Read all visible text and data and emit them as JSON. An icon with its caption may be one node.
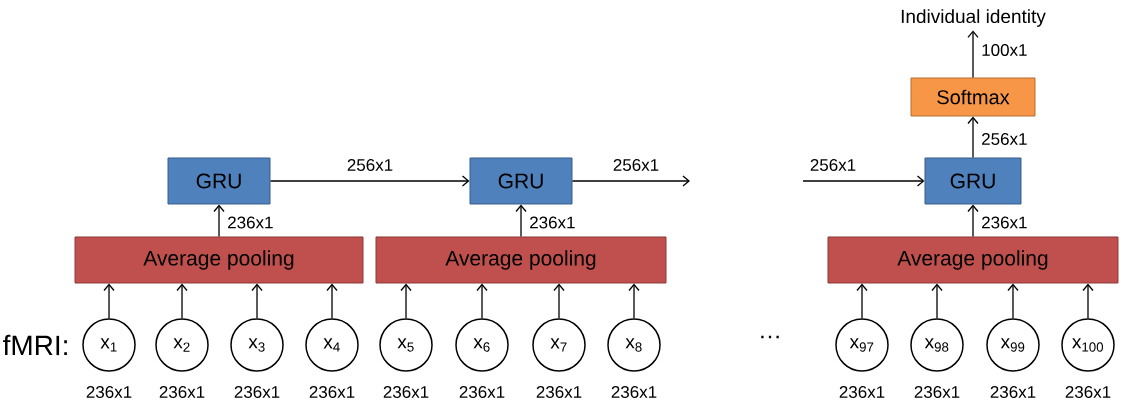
{
  "diagram": {
    "nodes": [
      {
        "text": [
          "GRU"
        ]
      },
      {
        "text": [
          "GRU"
        ]
      },
      {
        "text": [
          "GRU"
        ]
      },
      {
        "text": [
          "Softmax"
        ]
      },
      {
        "text": [
          "Average pooling"
        ]
      },
      {
        "text": [
          "Average pooling"
        ]
      },
      {
        "text": [
          "Average pooling"
        ]
      },
      {
        "text": [
          "x$_{1}$"
        ],
        "beside": [
          "236x1"
        ]
      },
      {
        "text": [
          "x$_{2}$"
        ],
        "beside": [
          "236x1"
        ]
      },
      {
        "text": [
          "x$_{3}$"
        ],
        "beside": [
          "236x1"
        ]
      },
      {
        "text": [
          "x$_{4}$"
        ],
        "beside": [
          "236x1"
        ]
      },
      {
        "text": [
          "x$_{5}$"
        ],
        "beside": [
          "236x1"
        ]
      },
      {
        "text": [
          "x$_{6}$"
        ],
        "beside": [
          "236x1"
        ]
      },
      {
        "text": [
          "x$_{7}$"
        ],
        "beside": [
          "236x1"
        ]
      },
      {
        "text": [
          "x$_{8}$"
        ],
        "beside": [
          "236x1"
        ]
      },
      {
        "text": [
          "x$_{97}$"
        ],
        "beside": [
          "236x1"
        ]
      },
      {
        "text": [
          "x$_{98}$"
        ],
        "beside": [
          "236x1"
        ]
      },
      {
        "text": [
          "x$_{99}$"
        ],
        "beside": [
          "236x1"
        ]
      },
      {
        "text": [
          "x$_{100}$"
        ],
        "beside": [
          "236x1"
        ]
      },
      {
        "text": [
          "Individual identity"
        ]
      }
    ],
    "edges": [
      {
        "from": 7,
        "to": 4,
        "arrow": "to"
      },
      {
        "from": 8,
        "to": 4,
        "arrow": "to"
      },
      {
        "from": 9,
        "to": 4,
        "arrow": "to"
      },
      {
        "from": 10,
        "to": 4,
        "arrow": "to"
      },
      {
        "from": 11,
        "to": 5,
        "arrow": "to"
      },
      {
        "from": 12,
        "to": 5,
        "arrow": "to"
      },
      {
        "from": 13,
        "to": 5,
        "arrow": "to"
      },
      {
        "from": 14,
        "to": 5,
        "arrow": "to"
      },
      {
        "from": 15,
        "to": 6,
        "arrow": "to"
      },
      {
        "from": 16,
        "to": 6,
        "arrow": "to"
      },
      {
        "from": 17,
        "to": 6,
        "arrow": "to"
      },
      {
        "from": 18,
        "to": 6,
        "arrow": "to"
      },
      {
        "from": 4,
        "to": 0,
        "arrow": "to",
        "label": "236x1"
      },
      {
        "from": 5,
        "to": 1,
        "arrow": "to",
        "label": "236x1"
      },
      {
        "from": 6,
        "to": 2,
        "arrow": "to",
        "label": "236x1"
      },
      {
        "from": 0,
        "to": 1,
        "arrow": "to",
        "label": "256x1"
      },
      {
        "from": 1,
        "to": null,
        "arrow": "to",
        "label": "256x1"
      },
      {
        "from": null,
        "to": 2,
        "arrow": "to",
        "label": "256x1"
      },
      {
        "from": 2,
        "to": 3,
        "arrow": "to",
        "label": "256x1"
      },
      {
        "from": 3,
        "to": 19,
        "arrow": "to",
        "label": "100x1"
      }
    ],
    "labels": [
      "fMRI:",
      "…"
    ]
  }
}
